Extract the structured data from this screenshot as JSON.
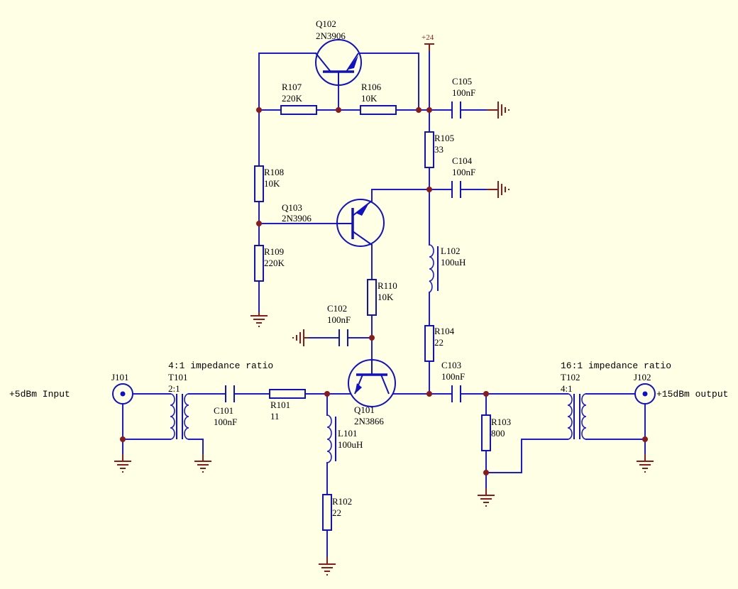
{
  "colors": {
    "background": "#ffffe6",
    "wire": "#1a1ae0",
    "component": "#1010c8",
    "ground": "#8b1a1a",
    "junction": "#8b1a1a"
  },
  "power": {
    "rail": "+24"
  },
  "ports": {
    "input": "+5dBm Input",
    "output": "+15dBm output"
  },
  "components": {
    "q102": {
      "ref": "Q102",
      "value": "2N3906"
    },
    "q103": {
      "ref": "Q103",
      "value": "2N3906"
    },
    "q101": {
      "ref": "Q101",
      "value": "2N3866"
    },
    "r107": {
      "ref": "R107",
      "value": "220K"
    },
    "r106": {
      "ref": "R106",
      "value": "10K"
    },
    "r108": {
      "ref": "R108",
      "value": "10K"
    },
    "r109": {
      "ref": "R109",
      "value": "220K"
    },
    "r105": {
      "ref": "R105",
      "value": "33"
    },
    "r110": {
      "ref": "R110",
      "value": "10K"
    },
    "r104": {
      "ref": "R104",
      "value": "22"
    },
    "r101": {
      "ref": "R101",
      "value": "11"
    },
    "r102": {
      "ref": "R102",
      "value": "22"
    },
    "r103": {
      "ref": "R103",
      "value": "800"
    },
    "c105": {
      "ref": "C105",
      "value": "100nF"
    },
    "c104": {
      "ref": "C104",
      "value": "100nF"
    },
    "c102": {
      "ref": "C102",
      "value": "100nF"
    },
    "c101": {
      "ref": "C101",
      "value": "100nF"
    },
    "c103": {
      "ref": "C103",
      "value": "100nF"
    },
    "l102": {
      "ref": "L102",
      "value": "100uH"
    },
    "l101": {
      "ref": "L101",
      "value": "100uH"
    },
    "j101": {
      "ref": "J101"
    },
    "j102": {
      "ref": "J102"
    },
    "t101": {
      "ref": "T101",
      "value": "2:1",
      "note": "4:1 impedance ratio"
    },
    "t102": {
      "ref": "T102",
      "value": "4:1",
      "note": "16:1 impedance ratio"
    }
  }
}
